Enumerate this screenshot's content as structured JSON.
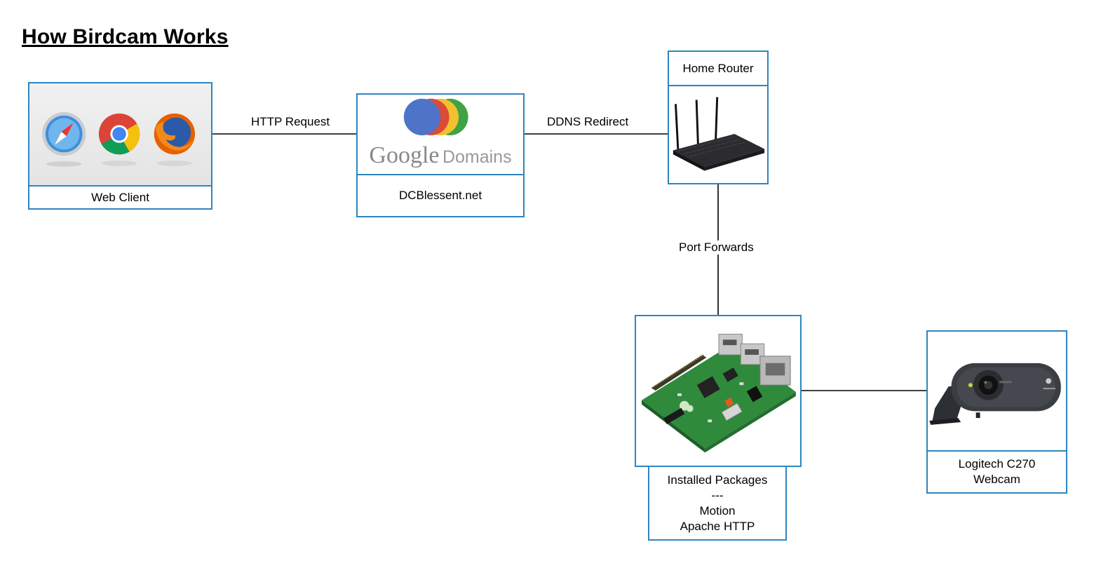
{
  "title": "How Birdcam Works",
  "nodes": {
    "web_client": {
      "label": "Web Client"
    },
    "google_domains": {
      "logo_text_google": "Google",
      "logo_text_domains": "Domains",
      "label": "DCBlessent.net"
    },
    "home_router": {
      "label": "Home Router"
    },
    "raspberry_pi": {
      "label": "Installed Packages\n---\nMotion\nApache HTTP"
    },
    "webcam": {
      "label": "Logitech C270\nWebcam"
    }
  },
  "edges": {
    "client_to_domains": "HTTP Request",
    "domains_to_router": "DDNS Redirect",
    "router_to_pi": "Port Forwards"
  },
  "colors": {
    "box_border": "#2e86c1",
    "google_blue": "#4e74c8",
    "google_red": "#dc4a38",
    "google_yellow": "#f2c12e",
    "google_green": "#3fa245"
  }
}
